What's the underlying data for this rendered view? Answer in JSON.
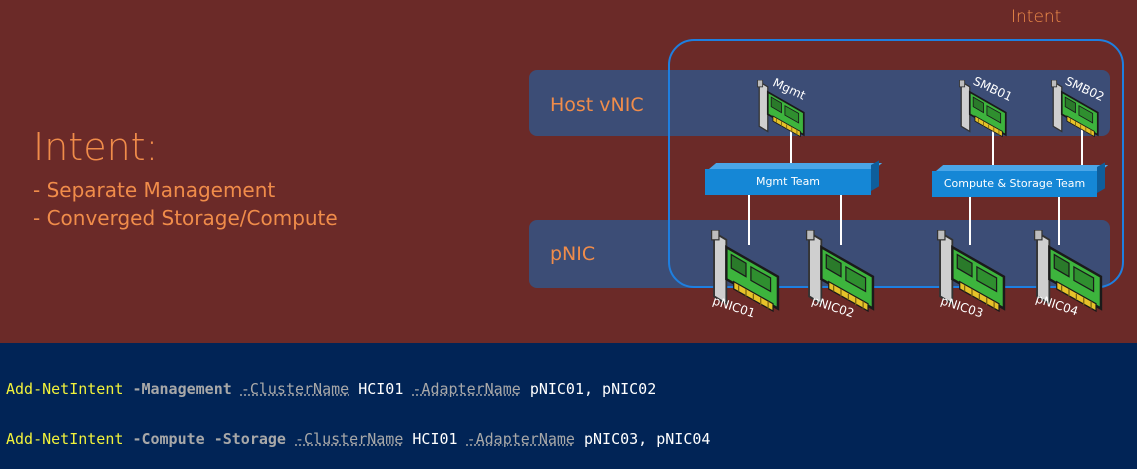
{
  "intent_heading": "Intent:",
  "intent_items": [
    "- Separate Management",
    "- Converged Storage/Compute"
  ],
  "diagram": {
    "intent_box_label": "Intent",
    "host_vnic_label": "Host vNIC",
    "pnic_label": "pNIC",
    "teams": [
      "Mgmt Team",
      "Compute & Storage Team"
    ],
    "vnics": [
      "Mgmt",
      "SMB01",
      "SMB02"
    ],
    "pnics": [
      "pNIC01",
      "pNIC02",
      "pNIC03",
      "pNIC04"
    ]
  },
  "code": {
    "line1": {
      "cmd": "Add-NetIntent",
      "flags": "-Management",
      "cluster_param": "-ClusterName",
      "cluster_value": "HCI01",
      "adapter_param": "-AdapterName",
      "adapter_value": "pNIC01, pNIC02"
    },
    "line2": {
      "cmd": "Add-NetIntent",
      "flags": "-Compute -Storage",
      "cluster_param": "-ClusterName",
      "cluster_value": "HCI01",
      "adapter_param": "-AdapterName",
      "adapter_value": "pNIC03, pNIC04"
    }
  },
  "colors": {
    "slide_bg": "#6b2a28",
    "accent_orange": "#f08c4a",
    "band_blue": "#3a4f7a",
    "intent_border": "#1e7fe0",
    "team_blue": "#1587d6",
    "console_bg": "#012456",
    "cmd_yellow": "#f2f23a",
    "param_gray": "#a8a8a8"
  }
}
